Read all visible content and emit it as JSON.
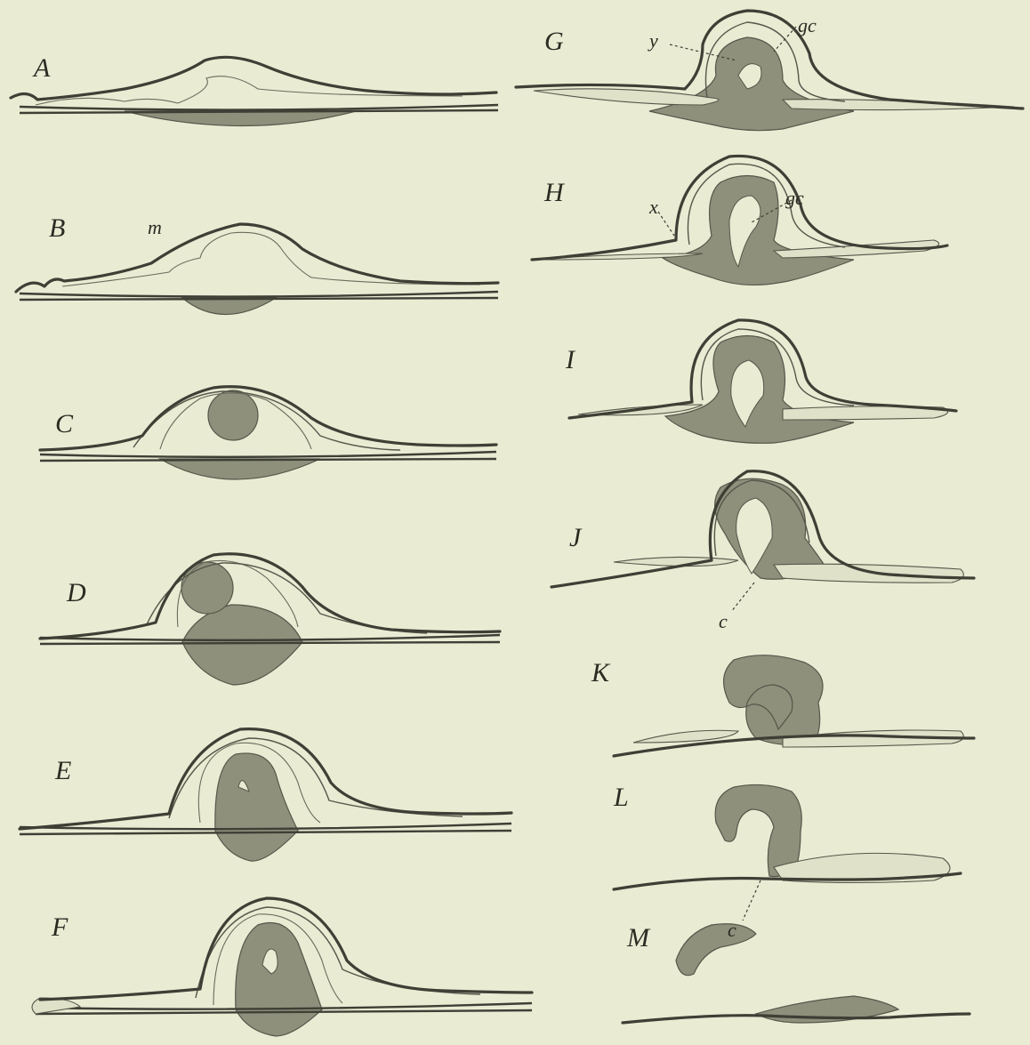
{
  "figure_labels": {
    "A": "A",
    "B": "B",
    "C": "C",
    "D": "D",
    "E": "E",
    "F": "F",
    "G": "G",
    "H": "H",
    "I": "I",
    "J": "J",
    "K": "K",
    "L": "L",
    "M": "M"
  },
  "annotations": {
    "m": "m",
    "y": "y",
    "gc_g": "gc",
    "x": "x",
    "gc_h": "gc",
    "c_j": "c",
    "c_l": "c"
  }
}
